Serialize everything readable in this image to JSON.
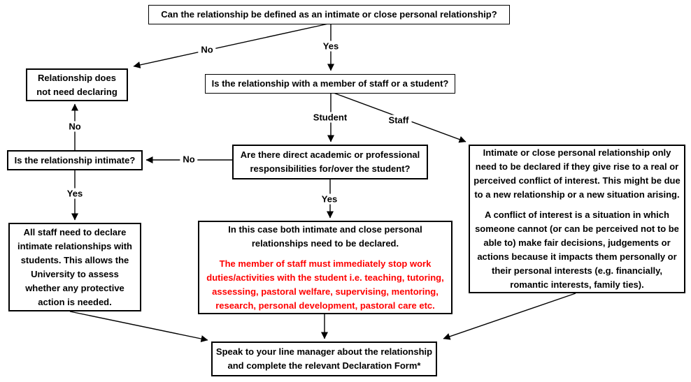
{
  "colors": {
    "background": "#ffffff",
    "line": "#000000",
    "text": "#000000",
    "warning_red": "#ff0000"
  },
  "nodes": {
    "q_define": "Can the relationship be defined as an intimate or close personal relationship?",
    "no_declaring": "Relationship does\nnot need declaring",
    "q_staff_or_student": "Is the relationship with a member of staff or a student?",
    "q_intimate": "Is the relationship intimate?",
    "q_responsibilities": "Are there direct academic or professional\nresponsibilities for/over the student?",
    "staff_note_p1": "Intimate or close personal relationship only\nneed to be declared if they give rise to a real or\nperceived conflict of interest. This might be due\nto a new relationship or a new situation arising.",
    "staff_note_p2": "A conflict of interest is a situation in which\nsomeone cannot (or can be perceived not to be\nable to) make fair decisions, judgements or\nactions because it impacts them personally or\ntheir personal interests (e.g. financially,\nromantic interests, family ties).",
    "declare_case": "In this case both intimate and close personal\nrelationships need to be declared.",
    "declare_warning": "The member of staff must immediately stop work\nduties/activities with the student i.e. teaching, tutoring,\nassessing, pastoral welfare, supervising, mentoring,\nresearch, personal development, pastoral care etc.",
    "all_staff": "All staff need to declare\nintimate relationships with\nstudents. This allows the\nUniversity to assess\nwhether any protective\naction is needed.",
    "speak_manager": "Speak to your line manager about the relationship\nand complete the relevant Declaration Form*"
  },
  "edge_labels": {
    "no_top": "No",
    "yes_top": "Yes",
    "student": "Student",
    "staff": "Staff",
    "no_up": "No",
    "no_across": "No",
    "yes_down_left": "Yes",
    "yes_down_mid": "Yes"
  }
}
